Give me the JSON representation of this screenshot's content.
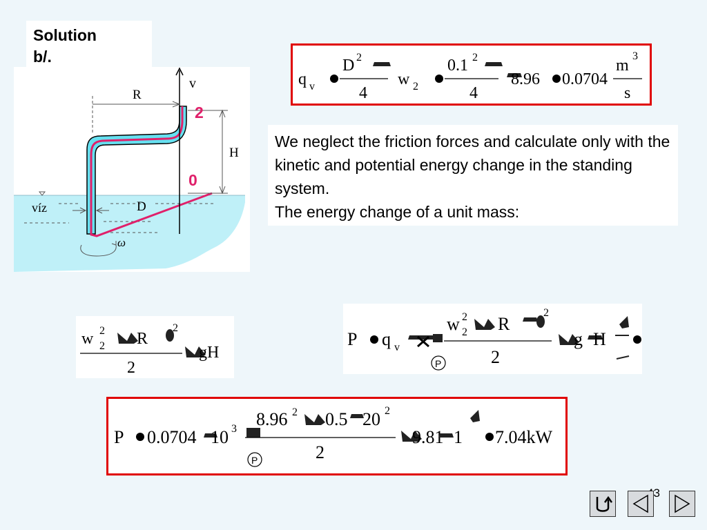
{
  "slide": {
    "title_line1": "Solution",
    "title_line2": "b/.",
    "page_number": "43"
  },
  "diagram": {
    "label_v": "v",
    "label_R": "R",
    "label_H": "H",
    "label_D": "D",
    "label_viz": "víz",
    "label_omega": "ω",
    "point_2": "2",
    "point_0": "0"
  },
  "text": {
    "paragraph": "We neglect the friction forces and calculate only with the kinetic and potential energy change in the standing system.",
    "paragraph2": "The energy change of a unit mass:"
  },
  "formula1": {
    "q": "q",
    "q_sub": "v",
    "D": "D",
    "exp2": "2",
    "den4": "4",
    "w": "w",
    "w_sub": "2",
    "val01": "0.1",
    "exp2b": "2",
    "den4b": "4",
    "val896": "8.96",
    "val0704": "0.0704",
    "unit_num": "m",
    "unit_exp": "3",
    "unit_den": "s"
  },
  "formula2": {
    "w": "w",
    "w_sub": "2",
    "w_exp": "2",
    "R": "R",
    "R_exp": "2",
    "den": "2",
    "gH": "gH"
  },
  "formula3": {
    "P": "P",
    "q": "q",
    "q_sub": "v",
    "rho": "P",
    "w": "w",
    "w_sub": "2",
    "w_exp": "2",
    "R": "R",
    "exp": "2",
    "den": "2",
    "g": "g",
    "H": "H"
  },
  "formula4": {
    "P": "P",
    "val0704": "0.0704",
    "val10": "10",
    "exp3": "3",
    "rho": "P",
    "val896": "8.96",
    "exp2": "2",
    "val05": "0.5",
    "val20": "20",
    "exp2b": "2",
    "den": "2",
    "val981": "9.81",
    "val1": "1",
    "result": "7.04kW"
  },
  "colors": {
    "accent_red": "#e00000",
    "pipe_cyan": "#66e0f0",
    "water": "#bff0f8",
    "magenta": "#e0206a"
  },
  "nav": {
    "icons": [
      "return-icon",
      "prev-icon",
      "next-icon"
    ]
  }
}
